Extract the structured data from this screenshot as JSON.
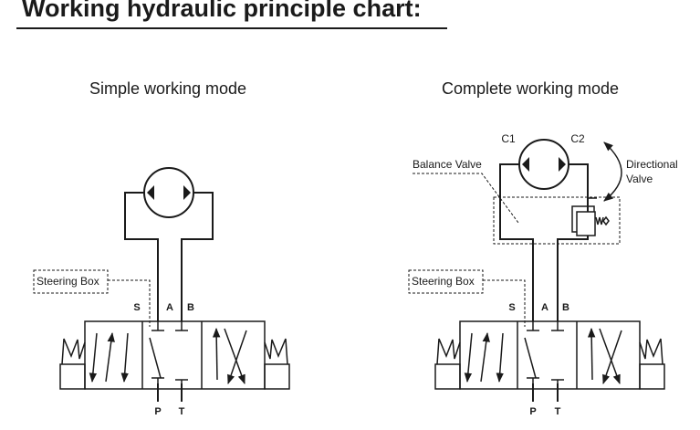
{
  "title": "Working hydraulic principle chart:",
  "modes": {
    "simple": {
      "heading": "Simple working mode",
      "callout": "Steering Box",
      "ports": {
        "s": "S",
        "a": "A",
        "b": "B",
        "p": "P",
        "t": "T"
      }
    },
    "complete": {
      "heading": "Complete working mode",
      "callout_steering": "Steering Box",
      "callout_balance": "Balance Valve",
      "callout_directional_line1": "Directional",
      "callout_directional_line2": "Valve",
      "motor_ports": {
        "c1": "C1",
        "c2": "C2"
      },
      "ports": {
        "s": "S",
        "a": "A",
        "b": "B",
        "p": "P",
        "t": "T"
      }
    }
  }
}
